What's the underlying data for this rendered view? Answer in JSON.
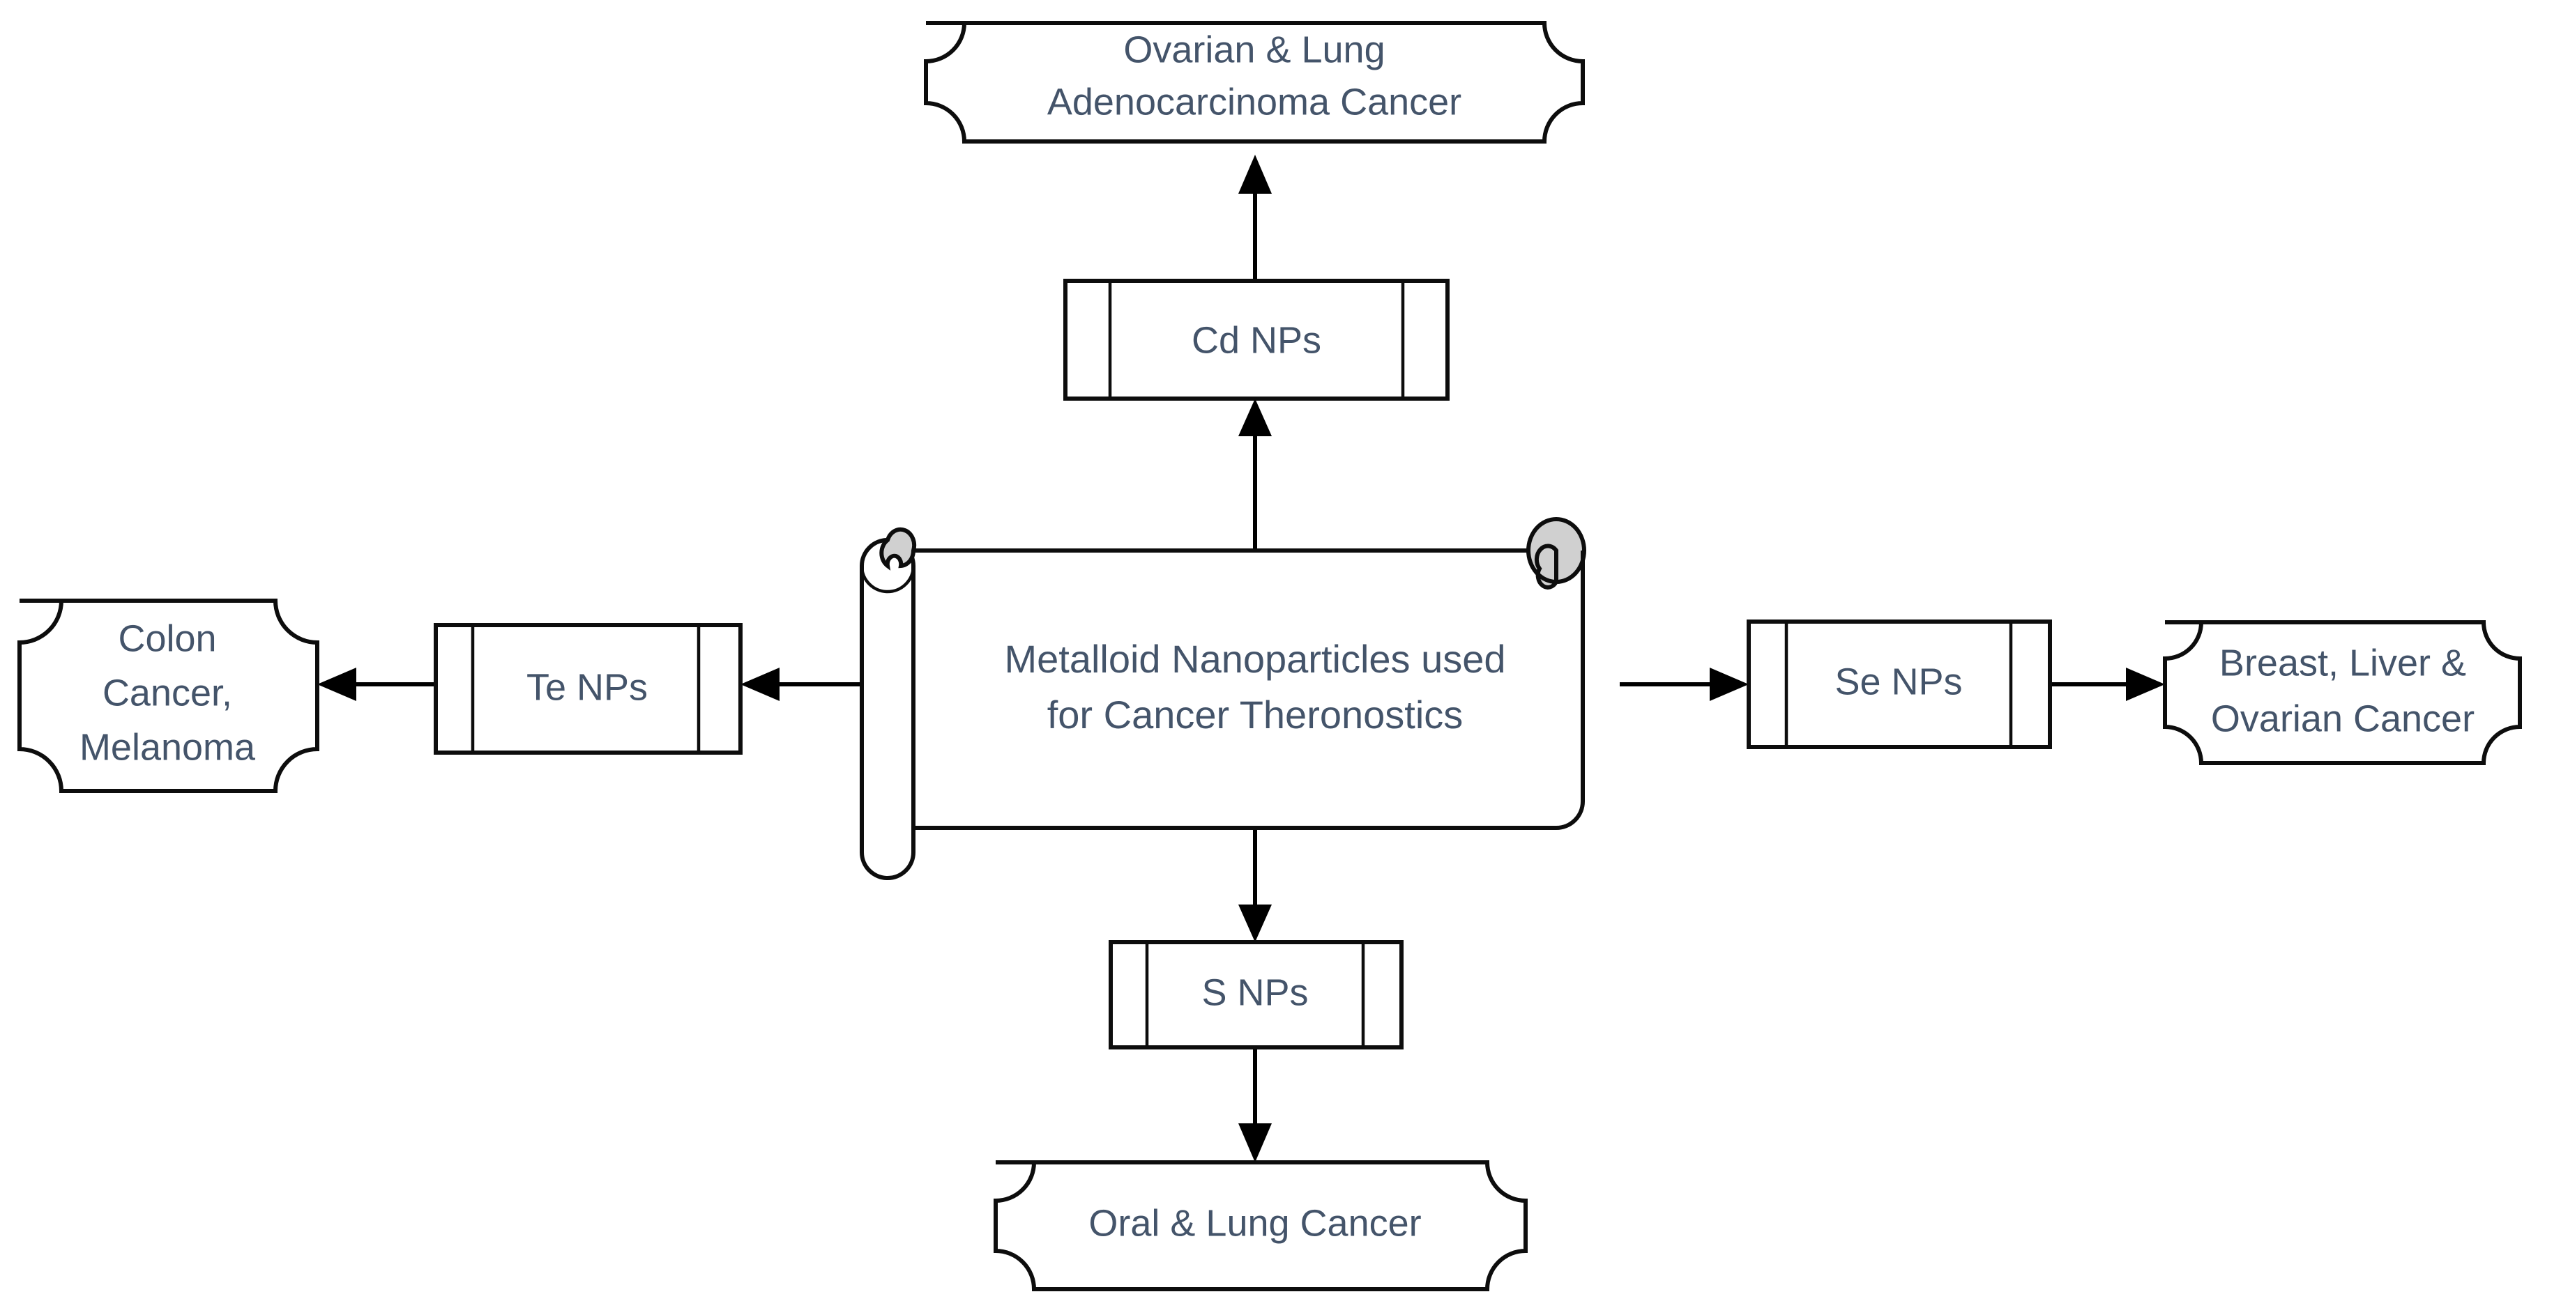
{
  "diagram": {
    "title": "Metalloid Nanoparticles used for Cancer Theronostics",
    "type": "flowchart",
    "text_color": "#44546A",
    "outline_color": "#0D0D0D",
    "fill_color": "#FFFFFF",
    "curl_color": "#D0D0D0",
    "center": {
      "name": "metalloid-nanoparticles-scroll",
      "shape": "vertical-scroll",
      "line1": "Metalloid Nanoparticles used",
      "line2": "for Cancer Theronostics"
    },
    "nanoparticles": [
      {
        "id": "cd",
        "label": "Cd NPs",
        "shape": "predefined-process",
        "direction": "up"
      },
      {
        "id": "se",
        "label": "Se NPs",
        "shape": "predefined-process",
        "direction": "right"
      },
      {
        "id": "s",
        "label": "S NPs",
        "shape": "predefined-process",
        "direction": "down"
      },
      {
        "id": "te",
        "label": "Te NPs",
        "shape": "predefined-process",
        "direction": "left"
      }
    ],
    "cancers": [
      {
        "id": "top",
        "shape": "plaque",
        "from": "cd",
        "line1": "Ovarian & Lung",
        "line2": "Adenocarcinoma Cancer"
      },
      {
        "id": "right",
        "shape": "plaque",
        "from": "se",
        "line1": "Breast, Liver &",
        "line2": "Ovarian Cancer"
      },
      {
        "id": "bottom",
        "shape": "plaque",
        "from": "s",
        "line1": "Oral & Lung Cancer",
        "line2": ""
      },
      {
        "id": "left",
        "shape": "plaque",
        "from": "te",
        "line1": "Colon",
        "line2": "Cancer,",
        "line3": "Melanoma"
      }
    ],
    "connectors": [
      {
        "id": "center-to-cd",
        "from": "center",
        "to": "cd",
        "arrow": "up"
      },
      {
        "id": "cd-to-top",
        "from": "cd",
        "to": "top",
        "arrow": "up"
      },
      {
        "id": "center-to-se",
        "from": "center",
        "to": "se",
        "arrow": "right"
      },
      {
        "id": "se-to-right",
        "from": "se",
        "to": "right",
        "arrow": "right"
      },
      {
        "id": "center-to-s",
        "from": "center",
        "to": "s",
        "arrow": "down"
      },
      {
        "id": "s-to-bottom",
        "from": "s",
        "to": "bottom",
        "arrow": "down"
      },
      {
        "id": "center-to-te",
        "from": "center",
        "to": "te",
        "arrow": "left"
      },
      {
        "id": "te-to-left",
        "from": "te",
        "to": "left",
        "arrow": "left"
      }
    ]
  }
}
